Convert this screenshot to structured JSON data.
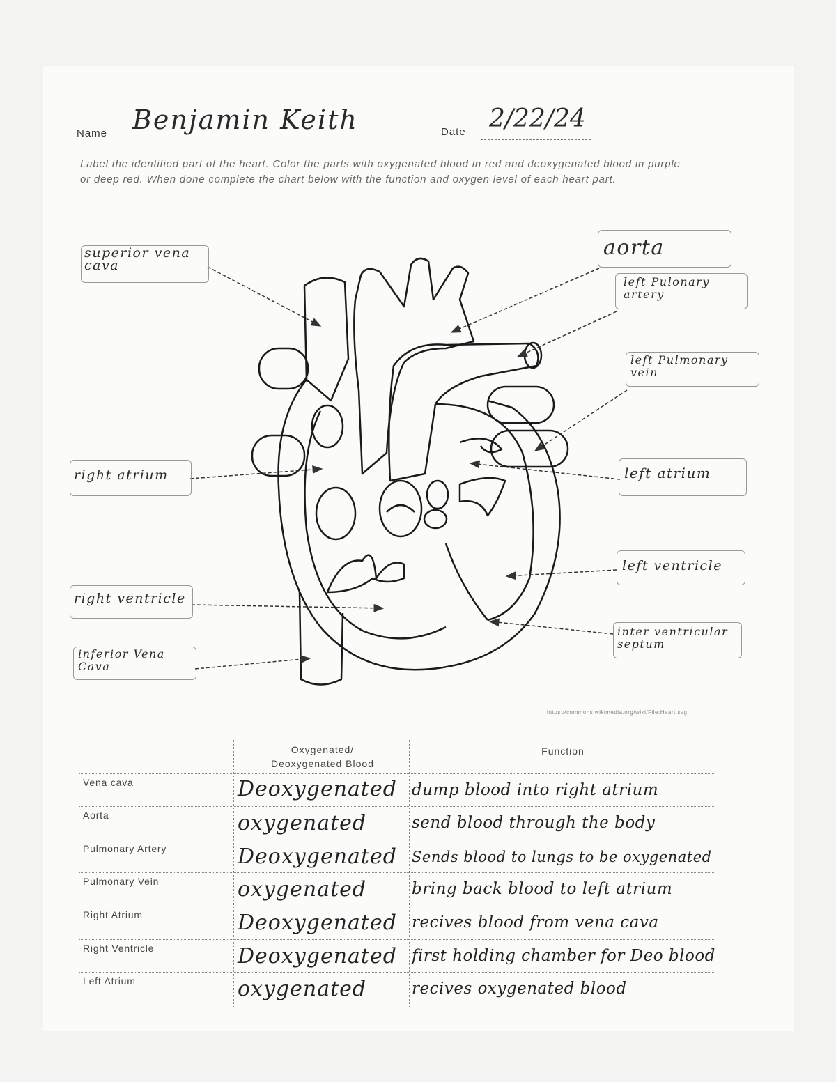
{
  "header": {
    "name_label": "Name",
    "name_value": "Benjamin Keith",
    "date_label": "Date",
    "date_value": "2/22/24"
  },
  "instructions": "Label the identified part of the heart. Color the parts with oxygenated blood in red and deoxygenated blood in purple or deep red. When done complete the chart below with the function and oxygen level of each heart part.",
  "labels": {
    "superior_vena_cava": "superior vena cava",
    "aorta": "aorta",
    "left_pulmonary_artery": "left Pulonary artery",
    "left_pulmonary_vein": "left Pulmonary vein",
    "right_atrium": "right atrium",
    "left_atrium": "left atrium",
    "left_ventricle": "left ventricle",
    "right_ventricle": "right ventricle",
    "inferior_vena_cava": "inferior Vena Cava",
    "interventricular_septum": "inter ventricular septum"
  },
  "credit": "https://commons.wikimedia.org/wiki/File:Heart.svg",
  "table": {
    "headers": [
      "",
      "Oxygenated/ Deoxygenated Blood",
      "Function"
    ],
    "header_col1": "Oxygenated/",
    "header_col1_line2": "Deoxygenated Blood",
    "header_col2": "Function",
    "rows": [
      {
        "part": "Vena cava",
        "oxygen": "Deoxygenated",
        "function": "dump blood into right atrium"
      },
      {
        "part": "Aorta",
        "oxygen": "oxygenated",
        "function": "send blood through the body"
      },
      {
        "part": "Pulmonary Artery",
        "oxygen": "Deoxygenated",
        "function": "Sends blood to lungs to be oxygenated"
      },
      {
        "part": "Pulmonary Vein",
        "oxygen": "oxygenated",
        "function": "bring back blood to left atrium"
      },
      {
        "part": "Right Atrium",
        "oxygen": "Deoxygenated",
        "function": "recives blood from vena cava"
      },
      {
        "part": "Right Ventricle",
        "oxygen": "Deoxygenated",
        "function": "first holding chamber for Deo blood"
      },
      {
        "part": "Left Atrium",
        "oxygen": "oxygenated",
        "function": "recives oxygenated blood"
      }
    ]
  }
}
